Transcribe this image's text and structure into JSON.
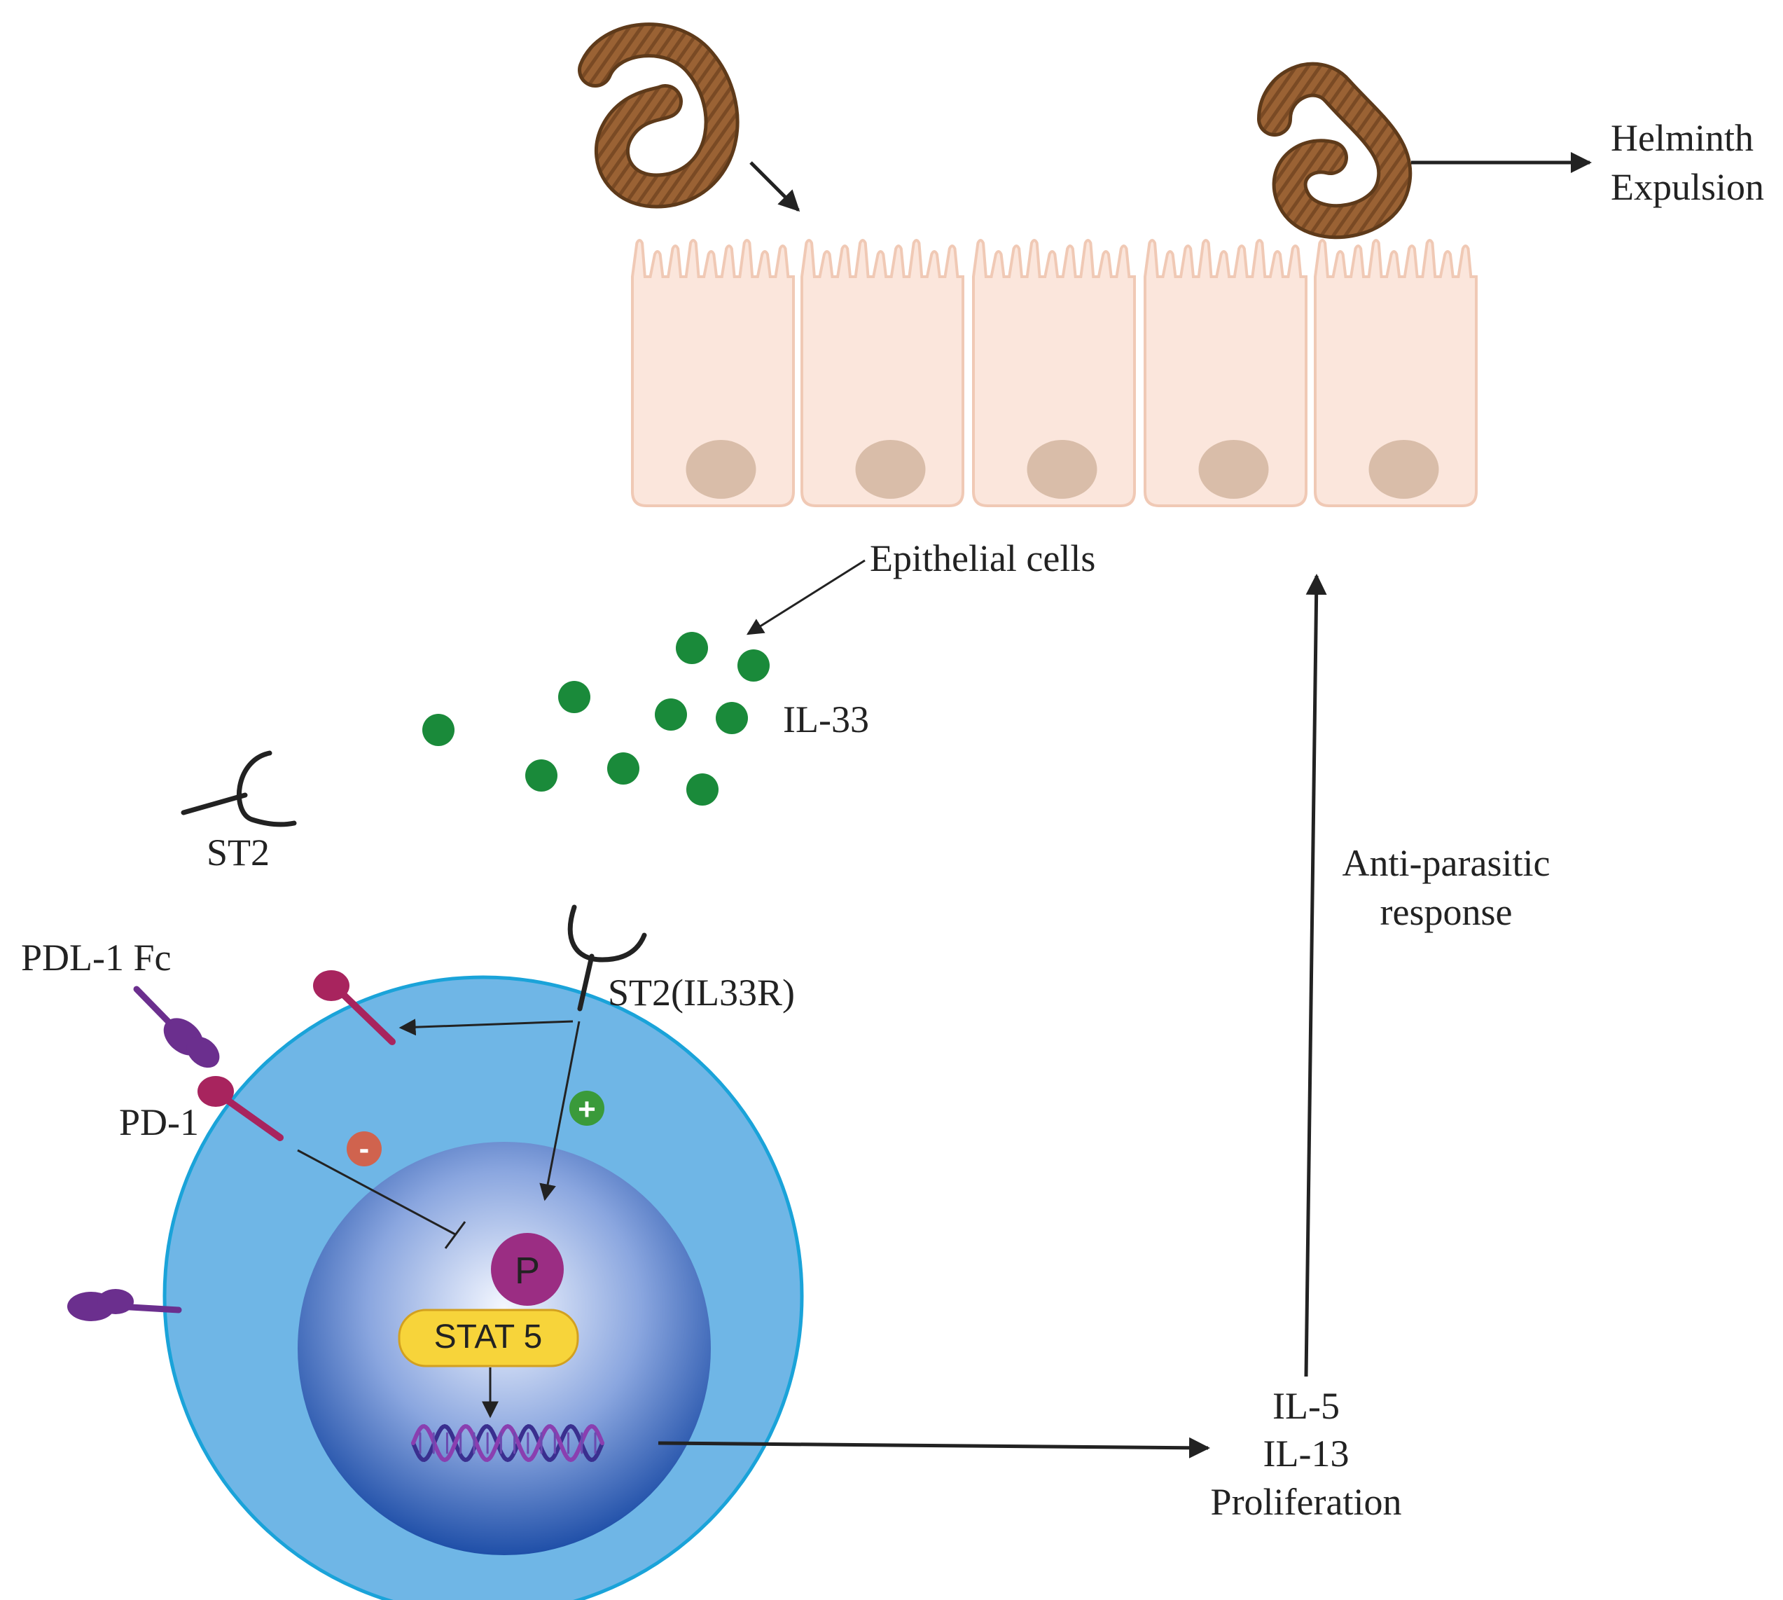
{
  "labels": {
    "helminth_expulsion_line1": "Helminth",
    "helminth_expulsion_line2": "Expulsion",
    "epithelial_cells": "Epithelial cells",
    "il33": "IL-33",
    "st2": "ST2",
    "st2_il33r": "ST2(IL33R)",
    "pdl1_fc": "PDL-1 Fc",
    "pd1": "PD-1",
    "phospho": "P",
    "stat5": "STAT 5",
    "output_il5": "IL-5",
    "output_il13": "IL-13",
    "output_proliferation": "Proliferation",
    "anti_parasitic_line1": "Anti-parasitic",
    "anti_parasitic_line2": "response",
    "plus_sign": "+",
    "minus_sign": "-"
  },
  "colors": {
    "worm": "#9a6234",
    "worm_dark": "#6e4420",
    "epithelium_fill": "#fbe6dc",
    "epithelium_stroke": "#f0c9b5",
    "epithelial_nucleus": "#d9bda9",
    "il33_dot": "#1a8a3a",
    "cell_outer": "#6fb6e6",
    "cell_outer_stroke": "#1aa3d9",
    "nucleus_edge": "#1f4fa8",
    "nucleus_center": "#e8eefc",
    "phospho": "#9b2d83",
    "stat5": "#f7d43a",
    "pd1": "#a8245e",
    "pdl1": "#6b2f8e",
    "plus_badge": "#3a9a3a",
    "minus_badge": "#d0634e",
    "dna": "#5a3ea0",
    "arrows": "#222222"
  }
}
